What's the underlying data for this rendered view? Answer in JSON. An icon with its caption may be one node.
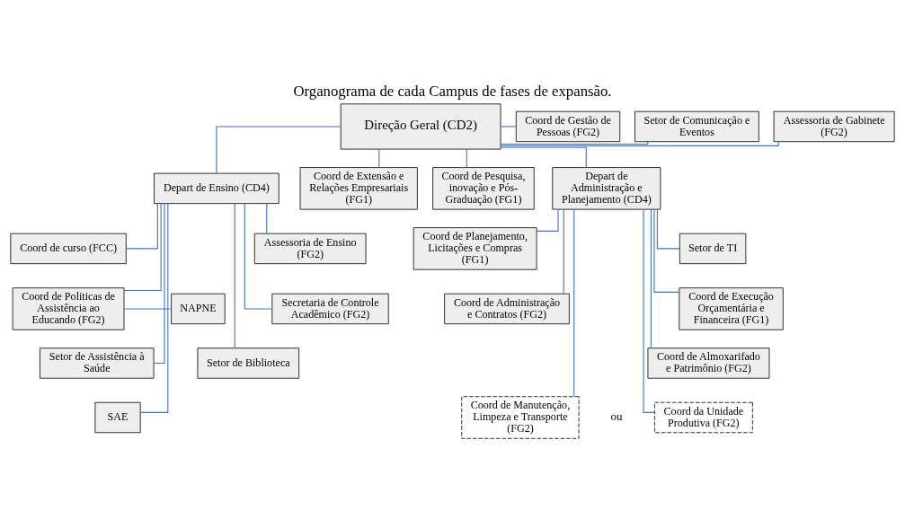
{
  "diagram": {
    "title": "Organograma de cada Campus de fases de expansão.",
    "nodes": [
      {
        "text": [
          "Direção Geral (CD2)"
        ]
      },
      {
        "text": [
          "Setor de Comunicação e Eventos"
        ]
      },
      {
        "text": [
          "Coord de Gestão de Pessoas (FG2)"
        ]
      },
      {
        "text": [
          "Assessoria de Gabinete (FG2)"
        ]
      },
      {
        "text": [
          "Depart de Ensino (CD4)"
        ]
      },
      {
        "text": [
          "Coord de Extensão e Relações Empresariais (FG1)"
        ]
      },
      {
        "text": [
          "Coord de Pesquisa, inovação e Pós-Graduação (FG1)"
        ]
      },
      {
        "text": [
          "Depart de Administração e Planejamento (CD4)"
        ]
      },
      {
        "text": [
          "Assessoria de Ensino (FG2)"
        ]
      },
      {
        "text": [
          "Coord de curso (FCC)"
        ]
      },
      {
        "text": [
          "Secretaria de Controle Acadêmico (FG2)"
        ]
      },
      {
        "text": [
          "Coord de Politicas de Assistência ao Educando (FG2)"
        ]
      },
      {
        "text": [
          "NAPNE"
        ]
      },
      {
        "text": [
          "Setor de Biblioteca"
        ]
      },
      {
        "text": [
          "Setor de Assistência à Saúde"
        ]
      },
      {
        "text": [
          "SAE"
        ]
      },
      {
        "text": [
          "Coord de Planejamento, Licitações e Compras (FG1)"
        ]
      },
      {
        "text": [
          "Setor de TI"
        ]
      },
      {
        "text": [
          "Coord de Execução Orçamentária e Financeira (FG1)"
        ]
      },
      {
        "text": [
          "Coord de Administração e Contratos (FG2)"
        ]
      },
      {
        "text": [
          "Coord de Almoxarifado e Patrimônio (FG2)"
        ]
      },
      {
        "text": [
          "Coord de Manutenção, Limpeza e Transporte (FG2)"
        ]
      },
      {
        "text": [
          "Coord da Unidade Produtiva (FG2)"
        ]
      }
    ],
    "edges": [
      {
        "from": 0,
        "to": 1,
        "arrow": "none"
      },
      {
        "from": 0,
        "to": 2,
        "arrow": "none"
      },
      {
        "from": 0,
        "to": 3,
        "arrow": "none"
      },
      {
        "from": 0,
        "to": 4,
        "arrow": "none"
      },
      {
        "from": 0,
        "to": 5,
        "arrow": "none"
      },
      {
        "from": 0,
        "to": 6,
        "arrow": "none"
      },
      {
        "from": 0,
        "to": 7,
        "arrow": "none"
      },
      {
        "from": 4,
        "to": 8,
        "arrow": "none"
      },
      {
        "from": 4,
        "to": 9,
        "arrow": "none"
      },
      {
        "from": 4,
        "to": 10,
        "arrow": "none"
      },
      {
        "from": 4,
        "to": 11,
        "arrow": "none"
      },
      {
        "from": 11,
        "to": 12,
        "arrow": "none"
      },
      {
        "from": 4,
        "to": 13,
        "arrow": "none"
      },
      {
        "from": 4,
        "to": 14,
        "arrow": "none"
      },
      {
        "from": 4,
        "to": 15,
        "arrow": "none"
      },
      {
        "from": 7,
        "to": 16,
        "arrow": "none"
      },
      {
        "from": 7,
        "to": 17,
        "arrow": "none"
      },
      {
        "from": 7,
        "to": 18,
        "arrow": "none"
      },
      {
        "from": 7,
        "to": 19,
        "arrow": "none"
      },
      {
        "from": 7,
        "to": 20,
        "arrow": "none"
      },
      {
        "from": 7,
        "to": 21,
        "arrow": "none"
      },
      {
        "from": 7,
        "to": 22,
        "arrow": "none"
      }
    ],
    "labels": [
      "ou"
    ]
  }
}
